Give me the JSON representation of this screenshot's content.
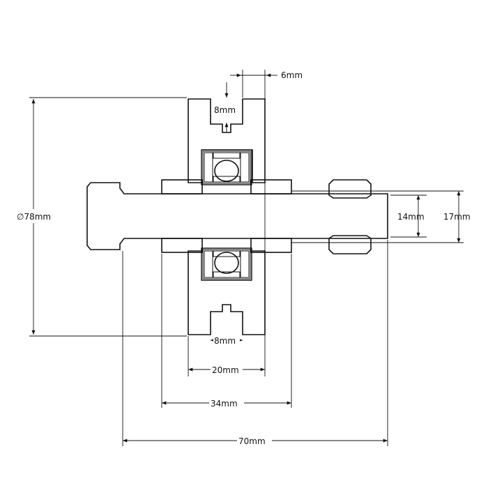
{
  "dimensions": {
    "outer_diameter": "∅78mm",
    "groove_width_top": "8mm",
    "groove_depth": "6mm",
    "groove_width_bottom": "8mm",
    "wheel_width": "20mm",
    "spacer_width": "34mm",
    "total_length": "70mm",
    "shaft_small_diameter": "14mm",
    "shaft_diameter": "17mm"
  },
  "colors": {
    "line": "#111111",
    "background": "#ffffff"
  }
}
